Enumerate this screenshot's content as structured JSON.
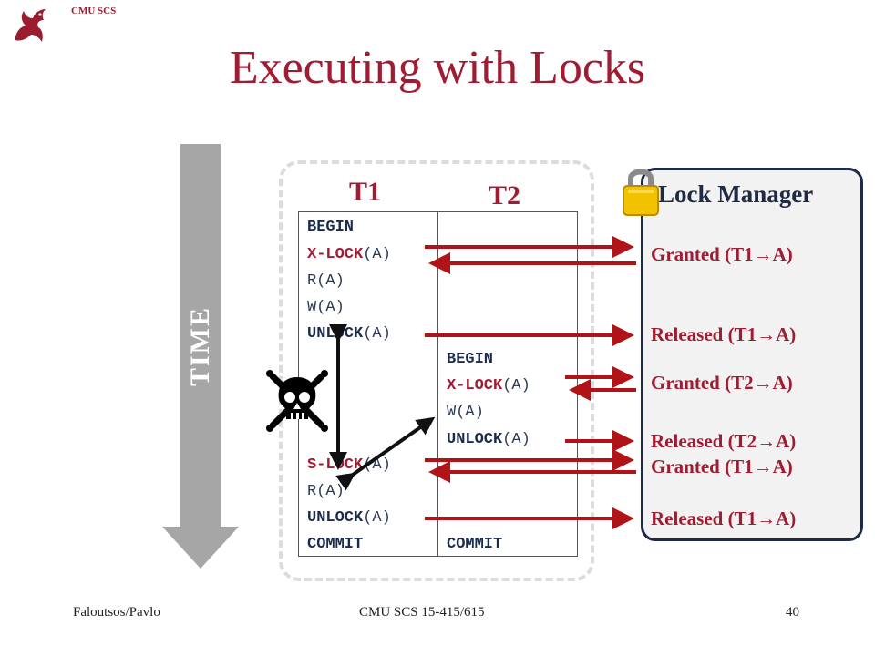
{
  "header": {
    "department": "CMU SCS",
    "title": "Executing with Locks"
  },
  "time_axis": {
    "label": "TIME"
  },
  "transactions": {
    "t1": {
      "name": "T1",
      "operations": [
        {
          "op": "BEGIN",
          "arg": ""
        },
        {
          "op": "X-LOCK",
          "arg": "(A)"
        },
        {
          "op": "R",
          "arg": "(A)"
        },
        {
          "op": "W",
          "arg": "(A)"
        },
        {
          "op": "UNLOCK",
          "arg": "(A)"
        },
        {
          "op": "S-LOCK",
          "arg": "(A)"
        },
        {
          "op": "R",
          "arg": "(A)"
        },
        {
          "op": "UNLOCK",
          "arg": "(A)"
        },
        {
          "op": "COMMIT",
          "arg": ""
        }
      ]
    },
    "t2": {
      "name": "T2",
      "operations": [
        {
          "op": "BEGIN",
          "arg": ""
        },
        {
          "op": "X-LOCK",
          "arg": "(A)"
        },
        {
          "op": "W",
          "arg": "(A)"
        },
        {
          "op": "UNLOCK",
          "arg": "(A)"
        },
        {
          "op": "COMMIT",
          "arg": ""
        }
      ]
    }
  },
  "lock_manager": {
    "title": "Lock Manager",
    "events": [
      "Granted (T1→A)",
      "Released (T1→A)",
      "Granted (T2→A)",
      "Released (T2→A)",
      "Granted (T1→A)",
      "Released (T1→A)"
    ]
  },
  "footer": {
    "authors": "Faloutsos/Pavlo",
    "course": "CMU SCS 15-415/615",
    "page": "40"
  },
  "icons": [
    "griffin-logo-icon",
    "padlock-icon",
    "skull-crossbones-icon"
  ],
  "colors": {
    "accent": "#a01c32",
    "arrow_red": "#b01418",
    "navy": "#1f2a44",
    "panel_bg": "#f2f2f2",
    "time_gray": "#a6a6a6"
  }
}
